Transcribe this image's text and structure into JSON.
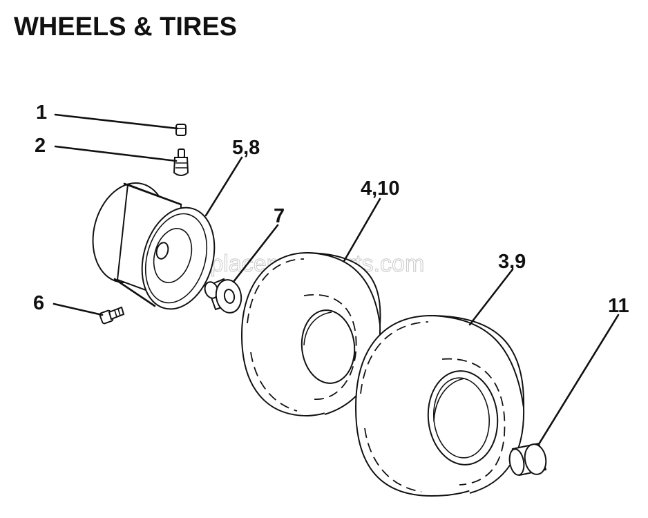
{
  "title": "WHEELS & TIRES",
  "watermark": "eReplacementParts.com",
  "callouts": [
    {
      "id": "c1",
      "label": "1"
    },
    {
      "id": "c2",
      "label": "2"
    },
    {
      "id": "c58",
      "label": "5,8"
    },
    {
      "id": "c7",
      "label": "7"
    },
    {
      "id": "c410",
      "label": "4,10"
    },
    {
      "id": "c39",
      "label": "3,9"
    },
    {
      "id": "c6",
      "label": "6"
    },
    {
      "id": "c11",
      "label": "11"
    }
  ]
}
